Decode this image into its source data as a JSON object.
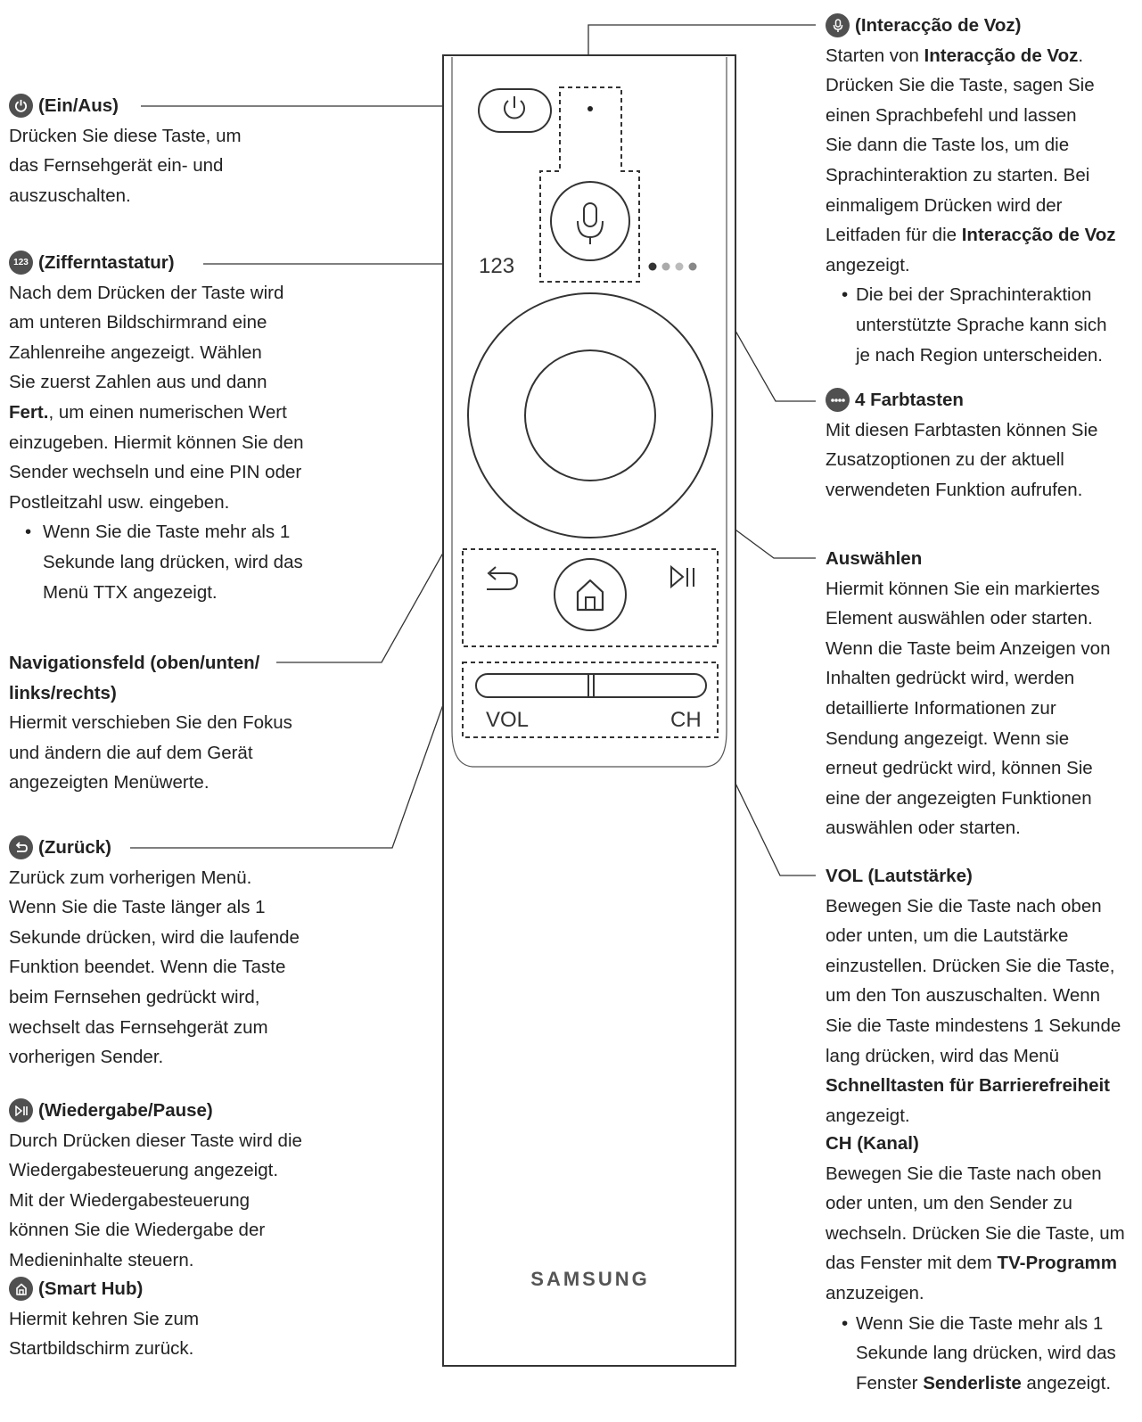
{
  "left": {
    "power": {
      "title": "(Ein/Aus)",
      "body": [
        "Drücken Sie diese Taste, um",
        "das Fernsehgerät ein- und",
        "auszuschalten."
      ]
    },
    "numpad": {
      "icon_text": "123",
      "title": "(Zifferntastatur)",
      "body": [
        "Nach dem Drücken der Taste wird",
        "am unteren Bildschirmrand eine",
        "Zahlenreihe angezeigt. Wählen",
        "Sie zuerst Zahlen aus und dann"
      ],
      "body_bold": "Fert.",
      "body_after_bold": ", um einen numerischen Wert",
      "body2": [
        "einzugeben. Hiermit können Sie den",
        "Sender wechseln und eine PIN oder",
        "Postleitzahl usw. eingeben."
      ],
      "bullet": [
        "Wenn Sie die Taste mehr als 1",
        "Sekunde lang drücken, wird das",
        "Menü TTX angezeigt."
      ]
    },
    "nav": {
      "title": [
        "Navigationsfeld (oben/unten/",
        "links/rechts)"
      ],
      "body": [
        "Hiermit verschieben Sie den Fokus",
        "und ändern die auf dem Gerät",
        "angezeigten Menüwerte."
      ]
    },
    "back": {
      "title": "(Zurück)",
      "body": [
        "Zurück zum vorherigen Menü.",
        "Wenn Sie die Taste länger als 1",
        "Sekunde drücken, wird die laufende",
        "Funktion beendet. Wenn die Taste",
        "beim Fernsehen gedrückt wird,",
        "wechselt das Fernsehgerät zum",
        "vorherigen Sender."
      ]
    },
    "play": {
      "title": "(Wiedergabe/Pause)",
      "body": [
        "Durch Drücken dieser Taste wird die",
        "Wiedergabesteuerung angezeigt.",
        "Mit der Wiedergabesteuerung",
        "können Sie die Wiedergabe der",
        "Medieninhalte steuern."
      ]
    },
    "home": {
      "title": "(Smart Hub)",
      "body": [
        "Hiermit kehren Sie zum",
        "Startbildschirm zurück."
      ]
    }
  },
  "right": {
    "voice": {
      "title": "(Interacção de Voz)",
      "l1_pre": "Starten von ",
      "l1_bold": "Interacção de Voz",
      "l1_post": ".",
      "body": [
        "Drücken Sie die Taste, sagen Sie",
        "einen Sprachbefehl und lassen",
        "Sie dann die Taste los, um die",
        "Sprachinteraktion zu starten. Bei",
        "einmaligem Drücken wird der"
      ],
      "l7_pre": "Leitfaden für die ",
      "l7_bold": "Interacção de Voz",
      "l8": "angezeigt.",
      "bullet": [
        "Die bei der Sprachinteraktion",
        "unterstützte Sprache kann sich",
        "je nach Region unterscheiden."
      ]
    },
    "color": {
      "title": "4 Farbtasten",
      "body": [
        "Mit diesen Farbtasten können Sie",
        "Zusatzoptionen zu der aktuell",
        "verwendeten Funktion aufrufen."
      ]
    },
    "select": {
      "title": "Auswählen",
      "body": [
        "Hiermit können Sie ein markiertes",
        "Element auswählen oder starten.",
        "Wenn die Taste beim Anzeigen von",
        "Inhalten gedrückt wird, werden",
        "detaillierte Informationen zur",
        "Sendung angezeigt. Wenn sie",
        "erneut gedrückt wird, können Sie",
        "eine der angezeigten Funktionen",
        "auswählen oder starten."
      ]
    },
    "vol": {
      "title": "VOL (Lautstärke)",
      "body": [
        "Bewegen Sie die Taste nach oben",
        "oder unten, um die Lautstärke",
        "einzustellen. Drücken Sie die Taste,",
        "um den Ton auszuschalten. Wenn",
        "Sie die Taste mindestens 1 Sekunde",
        "lang drücken, wird das Menü"
      ],
      "bold_line": "Schnelltasten für Barrierefreiheit",
      "last": "angezeigt."
    },
    "ch": {
      "title": "CH (Kanal)",
      "body": [
        "Bewegen Sie die Taste nach oben",
        "oder unten, um den Sender zu",
        "wechseln. Drücken Sie die Taste, um"
      ],
      "l4_pre": "das Fenster mit dem ",
      "l4_bold": "TV-Programm",
      "l5": "anzuzeigen.",
      "bullet1": [
        "Wenn Sie die Taste mehr als 1",
        "Sekunde lang drücken, wird das"
      ],
      "b3_pre": "Fenster ",
      "b3_bold": "Senderliste",
      "b3_post": " angezeigt."
    }
  },
  "remote": {
    "numpad_label": "123",
    "vol_label": "VOL",
    "ch_label": "CH",
    "brand": "SAMSUNG"
  }
}
